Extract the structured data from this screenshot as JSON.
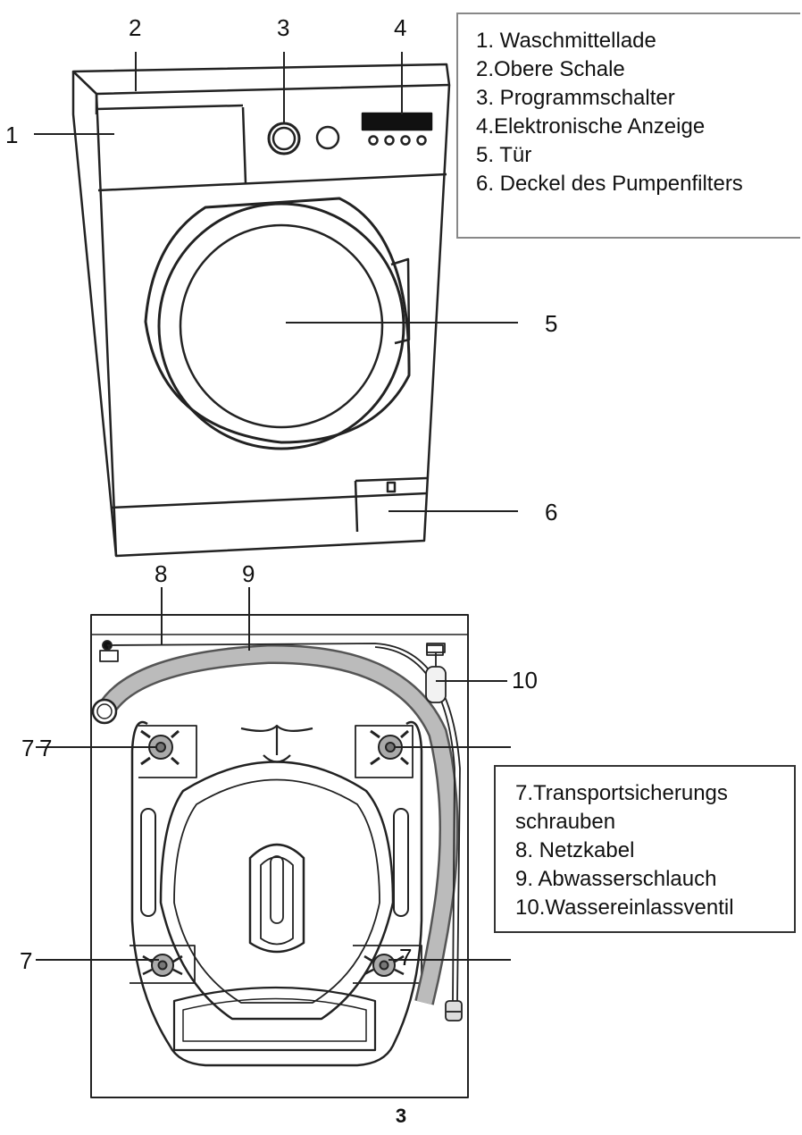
{
  "front_view": {
    "callouts": [
      "1",
      "2",
      "3",
      "4",
      "5",
      "6"
    ],
    "legend": [
      "1. Waschmittellade",
      "2.Obere Schale",
      "3. Programmschalter",
      "4.Elektronische Anzeige",
      "5. Tür",
      "6. Deckel des Pumpenfilters"
    ]
  },
  "back_view": {
    "callouts": [
      "8",
      "9",
      "10",
      "7",
      "7",
      "7",
      "7"
    ],
    "legend": [
      "7.Transportsicherungs\nschrauben",
      "8. Netzkabel",
      "9. Abwasserschlauch",
      "10.Wassereinlassventil"
    ]
  },
  "page_number": "3"
}
